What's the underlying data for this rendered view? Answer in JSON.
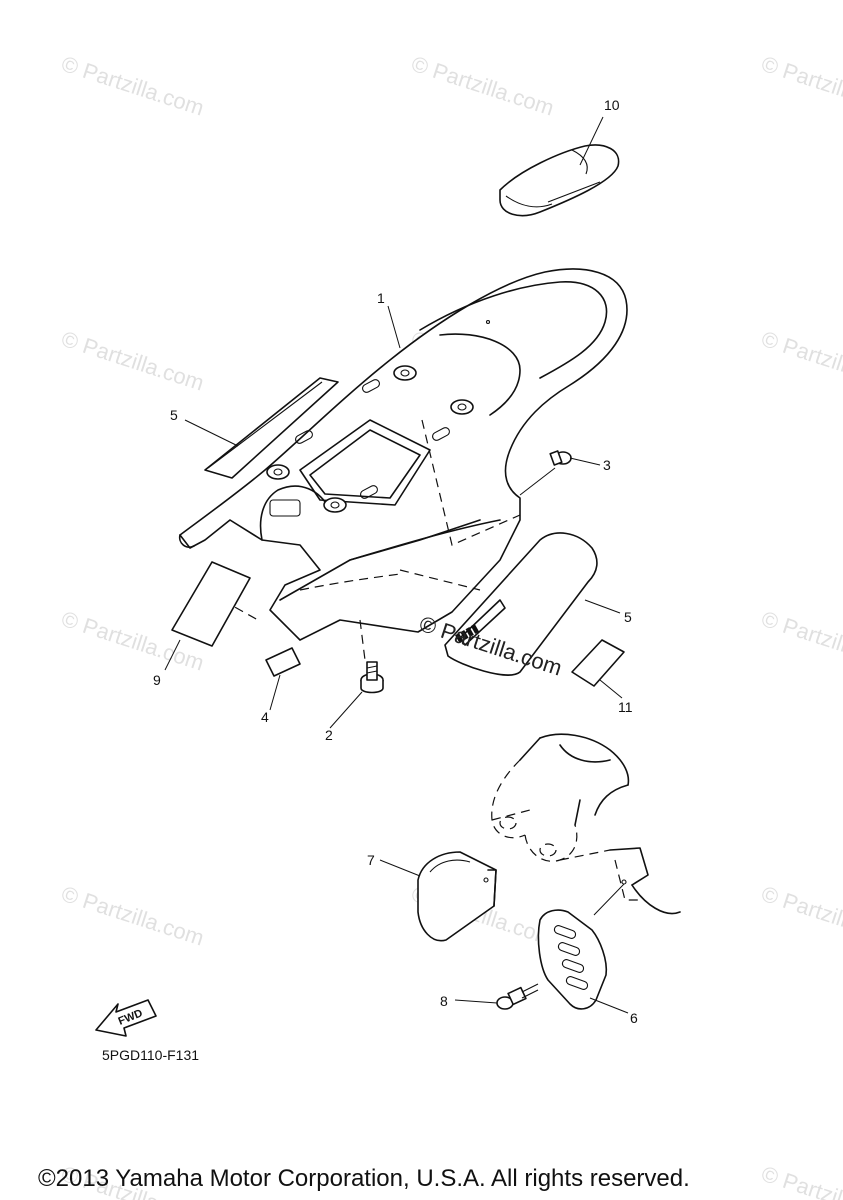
{
  "watermark": "© Partzilla.com",
  "center_watermark": "© Partzilla.com",
  "callouts": {
    "c1": "1",
    "c2": "2",
    "c3": "3",
    "c4": "4",
    "c5a": "5",
    "c5b": "5",
    "c6": "6",
    "c7": "7",
    "c8": "8",
    "c9": "9",
    "c10": "10",
    "c11": "11"
  },
  "fwd_label": "FWD",
  "diagram_code": "5PGD110-F131",
  "copyright": "©2013 Yamaha Motor Corporation, U.S.A. All rights reserved."
}
